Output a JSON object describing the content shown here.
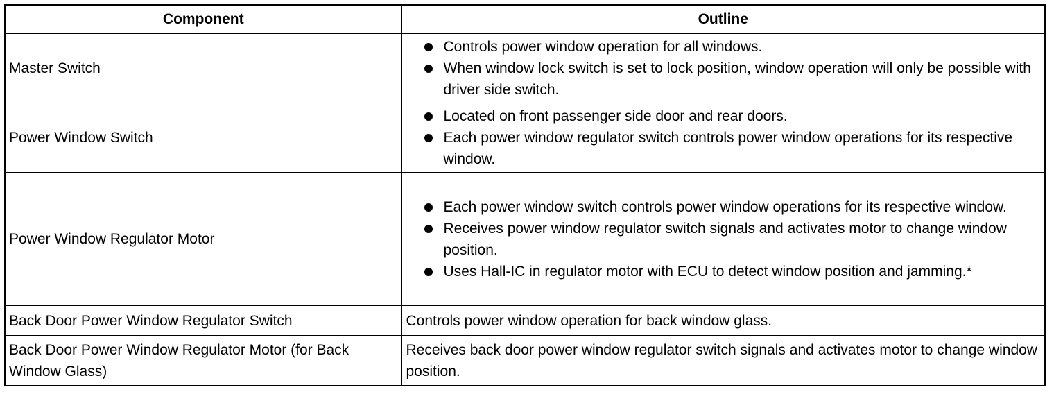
{
  "table": {
    "headers": [
      "Component",
      "Outline"
    ],
    "rows": [
      {
        "component": "Master Switch",
        "bullets": [
          "Controls power window operation for all windows.",
          "When window lock switch is set to lock position, window operation will only be possible with driver side switch."
        ]
      },
      {
        "component": "Power Window Switch",
        "bullets": [
          "Located on front passenger side door and rear doors.",
          "Each power window regulator switch controls power window operations for its respective window."
        ]
      },
      {
        "component": "Power Window Regulator Motor",
        "bullets": [
          "Each power window switch controls power window operations for its respective window.",
          "Receives power window regulator switch signals and activates motor to change window position.",
          "Uses Hall-IC in regulator motor with ECU to detect window position and jamming.*"
        ]
      },
      {
        "component": "Back Door Power Window Regulator Switch",
        "outline": "Controls power window operation for back window glass."
      },
      {
        "component": "Back Door Power Window Regulator Motor (for Back Window Glass)",
        "outline": "Receives back door power window regulator switch signals and activates motor to change window position."
      }
    ]
  }
}
